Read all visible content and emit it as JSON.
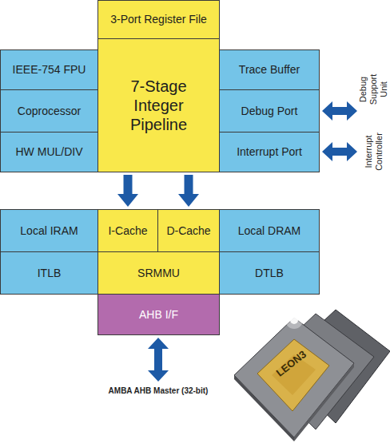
{
  "diagram": {
    "nodes": [
      {
        "text": [
          "3-Port Register File"
        ]
      },
      {
        "text": [
          "IEEE-754 FPU"
        ]
      },
      {
        "text": [
          "7-Stage Integer Pipeline"
        ]
      },
      {
        "text": [
          "Trace Buffer"
        ]
      },
      {
        "text": [
          "Coprocessor"
        ]
      },
      {
        "text": [
          "Debug Port"
        ]
      },
      {
        "text": [
          "HW MUL/DIV"
        ]
      },
      {
        "text": [
          "Interrupt Port"
        ]
      },
      {
        "text": [
          "Local IRAM"
        ]
      },
      {
        "text": [
          "I-Cache"
        ]
      },
      {
        "text": [
          "D-Cache"
        ]
      },
      {
        "text": [
          "Local DRAM"
        ]
      },
      {
        "text": [
          "ITLB"
        ]
      },
      {
        "text": [
          "SRMMU"
        ]
      },
      {
        "text": [
          "DTLB"
        ]
      },
      {
        "text": [
          "AHB I/F"
        ]
      }
    ],
    "edges": [
      {
        "from": 2,
        "to": 9,
        "arrow": "to"
      },
      {
        "from": 2,
        "to": 10,
        "arrow": "to"
      }
    ],
    "labels": [
      "Debug Support Unit",
      "Interrupt Controller",
      "AMBA AHB Master (32-bit)",
      "LEON3"
    ]
  }
}
